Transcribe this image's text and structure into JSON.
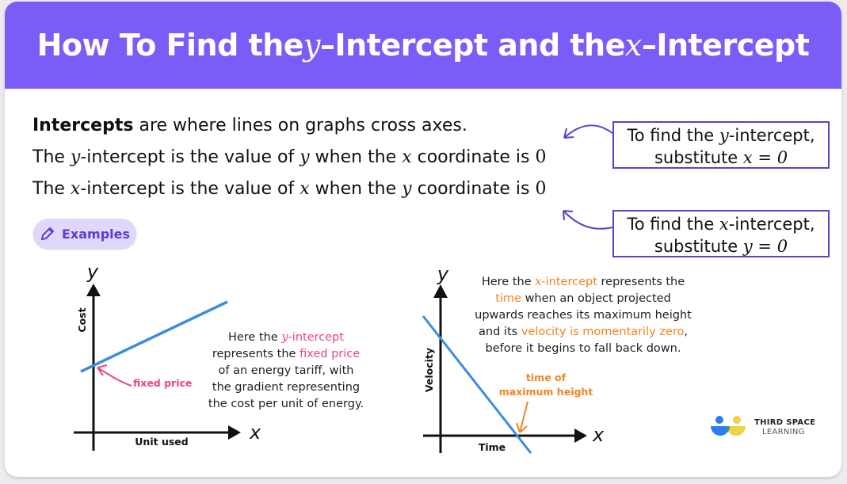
{
  "title": {
    "pre": "How To Find the ",
    "v1": "y",
    "mid": "–Intercept and the ",
    "v2": "x",
    "post": "–Intercept"
  },
  "intro": {
    "line1": {
      "bold": "Intercepts",
      "rest": " are where lines on graphs cross axes."
    },
    "line2": {
      "a": "The ",
      "v1": "y",
      "b": "-intercept is the value of ",
      "v2": "y",
      "c": " when the ",
      "v3": "x",
      "d": " coordinate is ",
      "zero": "0"
    },
    "line3": {
      "a": "The ",
      "v1": "x",
      "b": "-intercept is the value of ",
      "v2": "x",
      "c": " when the ",
      "v3": "y",
      "d": " coordinate is ",
      "zero": "0"
    }
  },
  "callouts": [
    {
      "l1a": "To find the ",
      "l1v": "y",
      "l1b": "-intercept,",
      "l2a": "substitute ",
      "l2eq": "x = 0"
    },
    {
      "l1a": "To find the ",
      "l1v": "x",
      "l1b": "-intercept,",
      "l2a": "substitute ",
      "l2eq": "y = 0"
    }
  ],
  "examples_button": {
    "label": "Examples",
    "icon": "pencil-icon"
  },
  "graph1": {
    "x_axis": "x",
    "y_axis": "y",
    "x_label": "Unit used",
    "y_label": "Cost",
    "annotation": "fixed price",
    "desc": {
      "a": "Here the ",
      "v": "y",
      "b": "-intercept",
      "c": "represents the ",
      "d": "fixed price",
      "e": "of an energy tariff, with",
      "f": "the gradient representing",
      "g": "the cost per unit of energy."
    }
  },
  "graph2": {
    "x_axis": "x",
    "y_axis": "y",
    "x_label": "Time",
    "y_label": "Velocity",
    "annotation_l1": "time of",
    "annotation_l2": "maximum height",
    "desc": {
      "a": "Here the ",
      "v": "x",
      "b": "-intercept",
      "c": " represents the",
      "d": "time",
      "e": " when an object projected",
      "f": "upwards reaches its maximum height",
      "g": "and its ",
      "h": "velocity is momentarily zero",
      "i": ",",
      "j": "before it begins to fall back down."
    }
  },
  "logo": {
    "line1": "THIRD SPACE",
    "line2": "LEARNING"
  },
  "colors": {
    "header": "#7c5cf7",
    "accent": "#5b3fd0",
    "line": "#3a8de0",
    "pink": "#f0437f",
    "orange": "#f5831f"
  }
}
